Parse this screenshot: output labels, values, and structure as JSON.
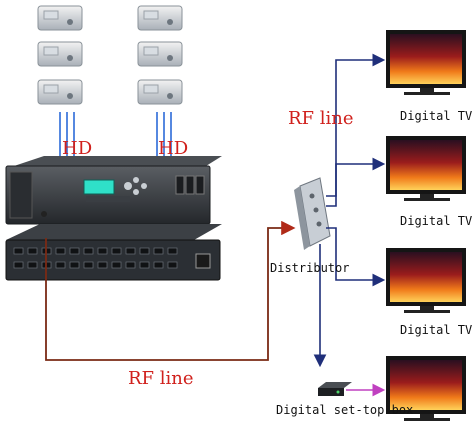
{
  "labels": {
    "hd_left": "HD",
    "hd_right": "HD",
    "rf_line_top": "RF line",
    "rf_line_bottom": "RF line",
    "distributor": "Distributor",
    "digital_tv_1": "Digital TV",
    "digital_tv_2": "Digital TV",
    "digital_tv_3": "Digital TV",
    "set_top_box": "Digital set-top box"
  },
  "colors": {
    "label_red": "#d0201c",
    "hd_link_blue": "#2c6bd8",
    "rf_feed_line": "#7a2a14",
    "arrow_navy": "#1f2f7a",
    "stb_arrow_magenta": "#c040c0"
  },
  "devices": {
    "hd_sources": 6,
    "displays": 4
  }
}
